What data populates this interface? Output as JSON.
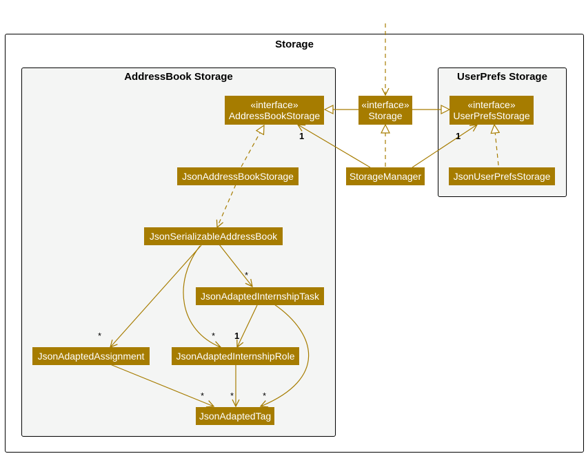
{
  "packages": {
    "storage": "Storage",
    "addressbook": "AddressBook Storage",
    "userprefs": "UserPrefs Storage"
  },
  "nodes": {
    "addressbook_storage": {
      "stereotype": "«interface»",
      "name": "AddressBookStorage"
    },
    "storage": {
      "stereotype": "«interface»",
      "name": "Storage"
    },
    "userprefs_storage": {
      "stereotype": "«interface»",
      "name": "UserPrefsStorage"
    },
    "json_addressbook_storage": {
      "name": "JsonAddressBookStorage"
    },
    "storage_manager": {
      "name": "StorageManager"
    },
    "json_userprefs_storage": {
      "name": "JsonUserPrefsStorage"
    },
    "json_serializable_addressbook": {
      "name": "JsonSerializableAddressBook"
    },
    "json_adapted_internship_task": {
      "name": "JsonAdaptedInternshipTask"
    },
    "json_adapted_assignment": {
      "name": "JsonAdaptedAssignment"
    },
    "json_adapted_internship_role": {
      "name": "JsonAdaptedInternshipRole"
    },
    "json_adapted_tag": {
      "name": "JsonAdaptedTag"
    }
  },
  "multiplicities": {
    "manager_to_addressbook": "1",
    "manager_to_userprefs": "1",
    "serializable_to_task": "*",
    "serializable_to_assignment": "*",
    "serializable_to_role": "*",
    "task_to_role": "1",
    "assignment_to_tag": "*",
    "role_to_tag": "*",
    "task_to_tag": "*"
  },
  "colors": {
    "node_fill": "#a67c00",
    "edge": "#a67c00",
    "package_fill": "#f4f5f4"
  }
}
